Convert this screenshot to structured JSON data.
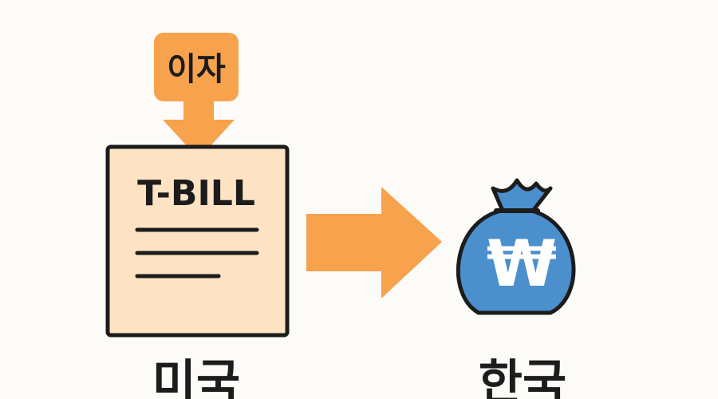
{
  "interest": {
    "label": "이자"
  },
  "treasury_bill": {
    "title": "T-BILL",
    "country": "미국"
  },
  "money_bag": {
    "symbol": "₩",
    "country": "한국"
  },
  "colors": {
    "background": "#fcfbf8",
    "orange": "#f7a24c",
    "document_fill": "#fde3c4",
    "bag_blue": "#4b8fcc",
    "outline": "#1c1c1c"
  }
}
